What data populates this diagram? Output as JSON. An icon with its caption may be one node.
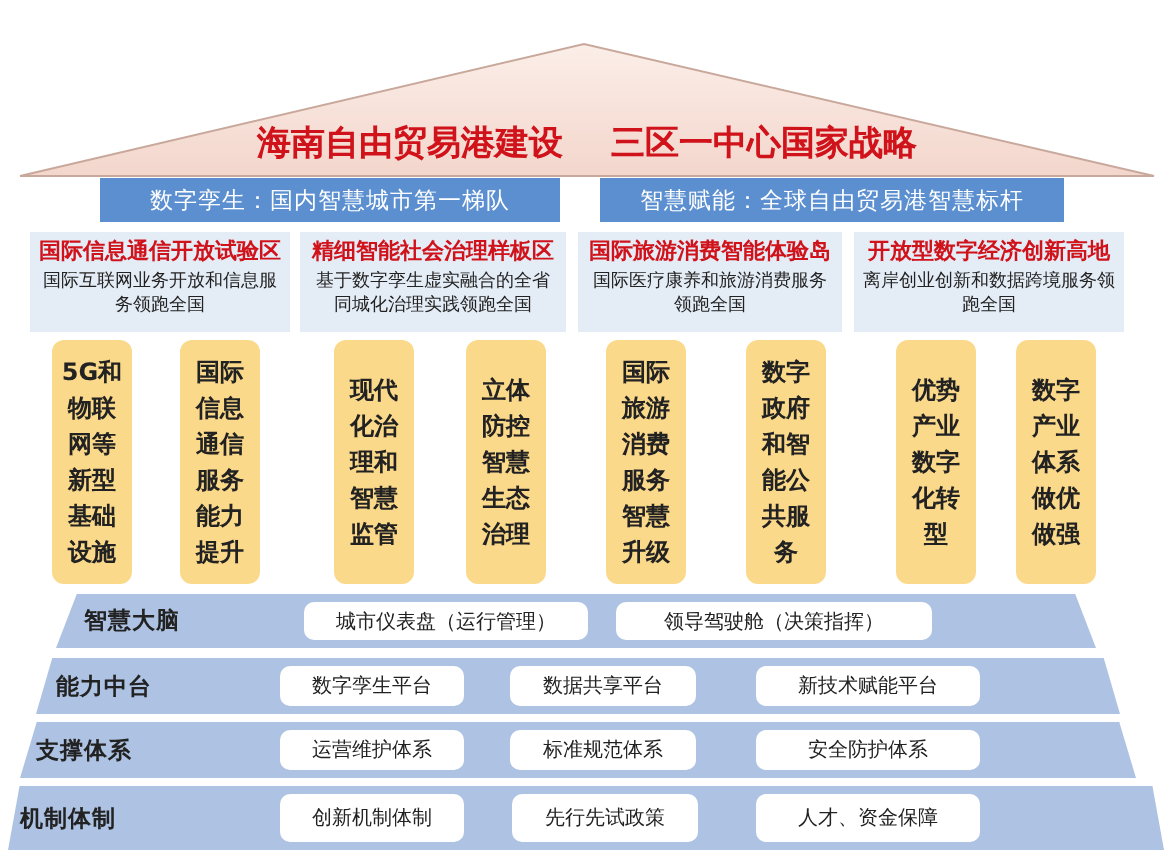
{
  "diagram": {
    "title": "海南自由贸易港建设 三区一中心国家战略",
    "nodes": [
      {
        "text": [
          "数字孪生：国内智慧城市第一梯队"
        ]
      },
      {
        "text": [
          "智慧赋能：全球自由贸易港智慧标杆"
        ]
      },
      {
        "text": [
          "国际信息通信开放试验区",
          "国际互联网业务开放和信息服务领跑全国"
        ]
      },
      {
        "text": [
          "精细智能社会治理样板区",
          "基于数字孪生虚实融合的全省同城化治理实践领跑全国"
        ]
      },
      {
        "text": [
          "国际旅游消费智能体验岛",
          "国际医疗康养和旅游消费服务领跑全国"
        ]
      },
      {
        "text": [
          "开放型数字经济创新高地",
          "离岸创业创新和数据跨境服务领跑全国"
        ]
      },
      {
        "text": [
          "5G和物联网等新型基础设施"
        ]
      },
      {
        "text": [
          "国际信息通信服务能力提升"
        ]
      },
      {
        "text": [
          "现代化治理和智慧监管"
        ]
      },
      {
        "text": [
          "立体防控智慧生态治理"
        ]
      },
      {
        "text": [
          "国际旅游消费服务智慧升级"
        ]
      },
      {
        "text": [
          "数字政府和智能公共服务"
        ]
      },
      {
        "text": [
          "优势产业数字化转型"
        ]
      },
      {
        "text": [
          "数字产业体系做优做强"
        ]
      },
      {
        "text": [
          "智慧大脑"
        ]
      },
      {
        "text": [
          "城市仪表盘（运行管理）"
        ],
        "in": 14
      },
      {
        "text": [
          "领导驾驶舱（决策指挥）"
        ],
        "in": 14
      },
      {
        "text": [
          "能力中台"
        ]
      },
      {
        "text": [
          "数字孪生平台"
        ],
        "in": 17
      },
      {
        "text": [
          "数据共享平台"
        ],
        "in": 17
      },
      {
        "text": [
          "新技术赋能平台"
        ],
        "in": 17
      },
      {
        "text": [
          "支撑体系"
        ]
      },
      {
        "text": [
          "运营维护体系"
        ],
        "in": 21
      },
      {
        "text": [
          "标准规范体系"
        ],
        "in": 21
      },
      {
        "text": [
          "安全防护体系"
        ],
        "in": 21
      },
      {
        "text": [
          "机制体制"
        ]
      },
      {
        "text": [
          "创新机制体制"
        ],
        "in": 25
      },
      {
        "text": [
          "先行先试政策"
        ],
        "in": 25
      },
      {
        "text": [
          "人才、资金保障"
        ],
        "in": 25
      }
    ],
    "edges": []
  }
}
